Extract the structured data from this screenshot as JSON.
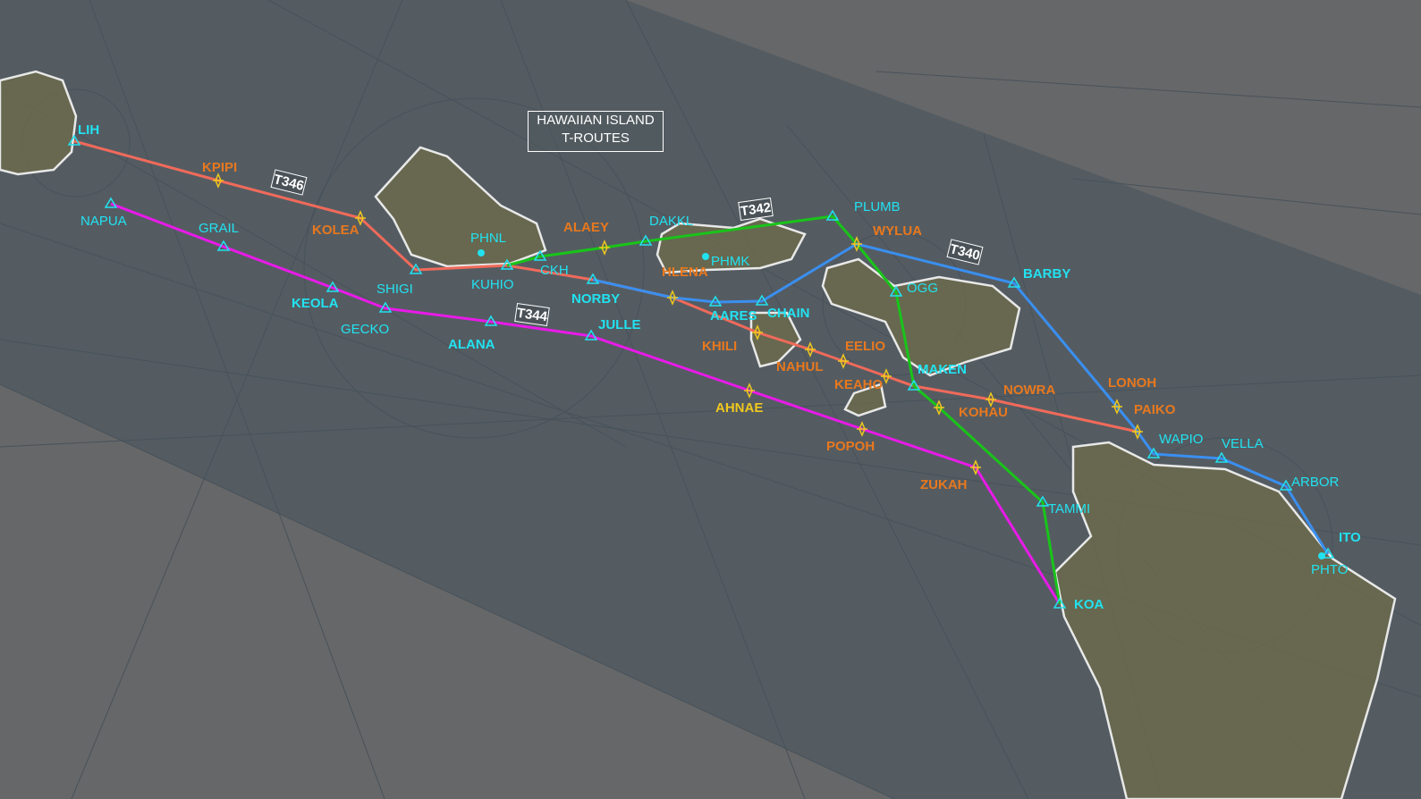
{
  "title": {
    "line1": "HAWAIIAN ISLAND",
    "line2": "T-ROUTES"
  },
  "colors": {
    "T346": "#f06a5a",
    "T344": "#e81ae8",
    "T342": "#19c419",
    "T340": "#3a8ff0",
    "cyan_fix": "#22e2f0",
    "orange_fix": "#e8781e",
    "yellow_fix": "#f0c81e",
    "chart_background": "#545c62",
    "island_fill": "#6b6a4c",
    "island_outline": "#e8e8e8"
  },
  "routes": [
    {
      "id": "T346",
      "label": "T346",
      "waypoints": [
        "LIH",
        "KPIPI",
        "KOLEA",
        "SHIGI",
        "KUHIO",
        "NORBY",
        "HLENA",
        "KHILI",
        "NAHUL",
        "EELIO",
        "KEAHO",
        "MAKEN",
        "NOWRA",
        "PAIKO"
      ]
    },
    {
      "id": "T344",
      "label": "T344",
      "waypoints": [
        "NAPUA",
        "GRAIL",
        "KEOLA",
        "GECKO",
        "ALANA",
        "JULLE",
        "AHNAE",
        "POPOH",
        "ZUKAH",
        "KOA"
      ]
    },
    {
      "id": "T342",
      "label": "T342",
      "waypoints": [
        "KUHIO",
        "CKH",
        "ALAEY",
        "DAKKL",
        "PLUMB",
        "WYLUA",
        "OGG",
        "MAKEN",
        "KOHAU",
        "TAMMI",
        "KOA"
      ]
    },
    {
      "id": "T340",
      "label": "T340",
      "waypoints": [
        "NORBY",
        "HLENA",
        "AARES",
        "CHAIN",
        "WYLUA",
        "BARBY",
        "LONOH",
        "PAIKO",
        "WAPIO",
        "VELLA",
        "ARBOR",
        "ITO"
      ]
    }
  ],
  "fixes": [
    {
      "name": "LIH",
      "color": "cyan",
      "bold": true
    },
    {
      "name": "KPIPI",
      "color": "orange",
      "bold": true
    },
    {
      "name": "KOLEA",
      "color": "orange",
      "bold": true
    },
    {
      "name": "NAPUA",
      "color": "cyan",
      "bold": false
    },
    {
      "name": "GRAIL",
      "color": "cyan",
      "bold": false
    },
    {
      "name": "KEOLA",
      "color": "cyan",
      "bold": true
    },
    {
      "name": "GECKO",
      "color": "cyan",
      "bold": false
    },
    {
      "name": "SHIGI",
      "color": "cyan",
      "bold": false
    },
    {
      "name": "KUHIO",
      "color": "cyan",
      "bold": false
    },
    {
      "name": "CKH",
      "color": "cyan",
      "bold": false
    },
    {
      "name": "ALANA",
      "color": "cyan",
      "bold": true
    },
    {
      "name": "NORBY",
      "color": "cyan",
      "bold": true
    },
    {
      "name": "JULLE",
      "color": "cyan",
      "bold": true
    },
    {
      "name": "ALAEY",
      "color": "orange",
      "bold": true
    },
    {
      "name": "DAKKL",
      "color": "cyan",
      "bold": false
    },
    {
      "name": "HLENA",
      "color": "orange",
      "bold": true
    },
    {
      "name": "AARES",
      "color": "cyan",
      "bold": true
    },
    {
      "name": "CHAIN",
      "color": "cyan",
      "bold": true
    },
    {
      "name": "PLUMB",
      "color": "cyan",
      "bold": false
    },
    {
      "name": "WYLUA",
      "color": "orange",
      "bold": true
    },
    {
      "name": "OGG",
      "color": "cyan",
      "bold": false
    },
    {
      "name": "KHILI",
      "color": "orange",
      "bold": true
    },
    {
      "name": "NAHUL",
      "color": "orange",
      "bold": true
    },
    {
      "name": "EELIO",
      "color": "orange",
      "bold": true
    },
    {
      "name": "KEAHO",
      "color": "orange",
      "bold": true
    },
    {
      "name": "MAKEN",
      "color": "cyan",
      "bold": true
    },
    {
      "name": "AHNAE",
      "color": "yellow",
      "bold": true
    },
    {
      "name": "NOWRA",
      "color": "orange",
      "bold": true
    },
    {
      "name": "KOHAU",
      "color": "orange",
      "bold": true
    },
    {
      "name": "POPOH",
      "color": "orange",
      "bold": true
    },
    {
      "name": "ZUKAH",
      "color": "orange",
      "bold": true
    },
    {
      "name": "BARBY",
      "color": "cyan",
      "bold": true
    },
    {
      "name": "LONOH",
      "color": "orange",
      "bold": true
    },
    {
      "name": "PAIKO",
      "color": "orange",
      "bold": true
    },
    {
      "name": "WAPIO",
      "color": "cyan",
      "bold": false
    },
    {
      "name": "VELLA",
      "color": "cyan",
      "bold": false
    },
    {
      "name": "ARBOR",
      "color": "cyan",
      "bold": false
    },
    {
      "name": "TAMMI",
      "color": "cyan",
      "bold": false
    },
    {
      "name": "KOA",
      "color": "cyan",
      "bold": true
    },
    {
      "name": "ITO",
      "color": "cyan",
      "bold": true
    }
  ],
  "airports": [
    {
      "name": "PHNL"
    },
    {
      "name": "PHMK"
    },
    {
      "name": "PHTO"
    }
  ]
}
